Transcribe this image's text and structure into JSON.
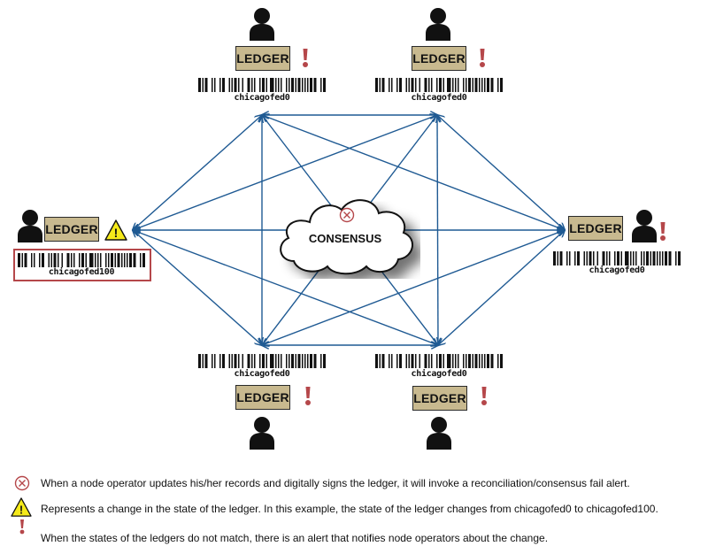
{
  "diagram": {
    "center": {
      "label": "CONSENSUS",
      "icon": "consensus-fail-icon"
    },
    "edge_color": "#1f5a93",
    "ledger_fill": "#c8b98f",
    "alert_color": "#b5474a",
    "warning_color": "#f5ea1a",
    "nodes": [
      {
        "id": "top-left",
        "ledger_label": "LEDGER",
        "state": "chicagofed0",
        "status": "alert"
      },
      {
        "id": "top-right",
        "ledger_label": "LEDGER",
        "state": "chicagofed0",
        "status": "alert"
      },
      {
        "id": "left",
        "ledger_label": "LEDGER",
        "state": "chicagofed100",
        "status": "warning"
      },
      {
        "id": "right",
        "ledger_label": "LEDGER",
        "state": "chicagofed0",
        "status": "alert"
      },
      {
        "id": "bottom-left",
        "ledger_label": "LEDGER",
        "state": "chicagofed0",
        "status": "alert"
      },
      {
        "id": "bottom-right",
        "ledger_label": "LEDGER",
        "state": "chicagofed0",
        "status": "alert"
      }
    ],
    "edges": "fully-connected, bidirectional"
  },
  "legend": [
    {
      "icon": "consensus-fail-icon",
      "text": "When a node operator updates his/her records and digitally signs the ledger, it will invoke a reconciliation/consensus fail alert."
    },
    {
      "icon": "warning-icon",
      "text": "Represents a change in the state of the ledger. In this example, the state of the ledger changes from chicagofed0 to chicagofed100."
    },
    {
      "icon": "alert-icon",
      "text": "When the states of the ledgers do not match, there is an alert that notifies node operators about the change."
    }
  ]
}
